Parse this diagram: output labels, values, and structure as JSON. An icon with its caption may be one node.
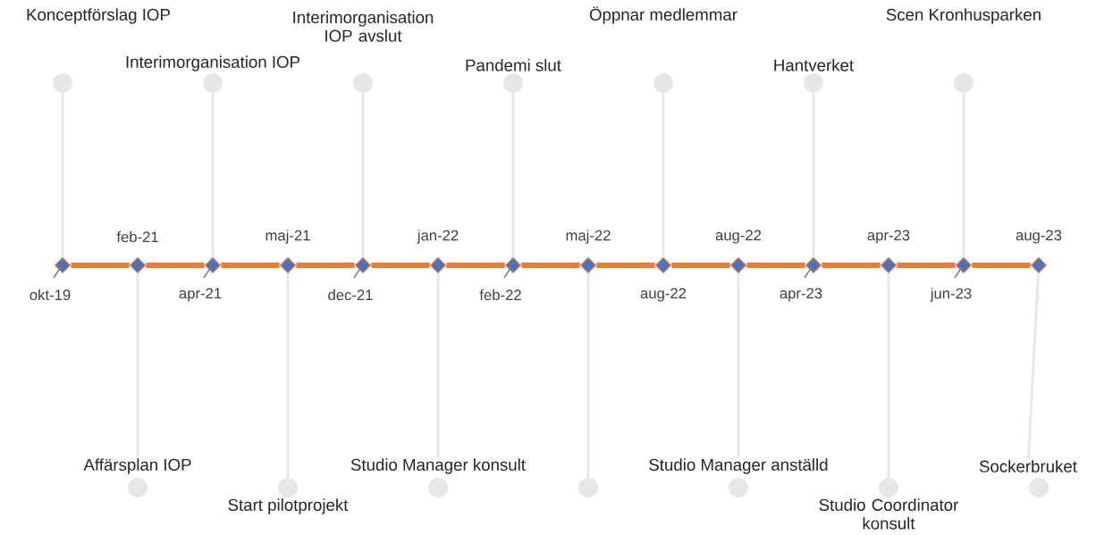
{
  "diagram": {
    "nodes": [
      {
        "text": [
          "Konceptförslag IOP"
        ]
      },
      {
        "text": [],
        "shape": "diamond",
        "beside": [
          "okt-19"
        ]
      },
      {
        "text": [
          "Affärsplan IOP"
        ]
      },
      {
        "text": [],
        "shape": "diamond",
        "beside": [
          "feb-21"
        ]
      },
      {
        "text": [
          "Interimorganisation IOP"
        ]
      },
      {
        "text": [],
        "shape": "diamond",
        "beside": [
          "apr-21"
        ]
      },
      {
        "text": [
          "Start pilotprojekt"
        ]
      },
      {
        "text": [],
        "shape": "diamond",
        "beside": [
          "maj-21"
        ]
      },
      {
        "text": [
          "Interimorganisation IOP avslut"
        ]
      },
      {
        "text": [],
        "shape": "diamond",
        "beside": [
          "dec-21"
        ]
      },
      {
        "text": [
          "Studio Manager konsult"
        ]
      },
      {
        "text": [],
        "shape": "diamond",
        "beside": [
          "jan-22"
        ]
      },
      {
        "text": [
          "Pandemi slut"
        ]
      },
      {
        "text": [],
        "shape": "diamond",
        "beside": [
          "feb-22"
        ]
      },
      {
        "text": [],
        "shape": "circle"
      },
      {
        "text": [],
        "shape": "diamond",
        "beside": [
          "maj-22"
        ]
      },
      {
        "text": [
          "Öppnar medlemmar"
        ]
      },
      {
        "text": [],
        "shape": "diamond",
        "beside": [
          "aug-22"
        ]
      },
      {
        "text": [
          "Studio Manager anställd"
        ]
      },
      {
        "text": [],
        "shape": "diamond",
        "beside": [
          "aug-22"
        ]
      },
      {
        "text": [
          "Hantverket"
        ]
      },
      {
        "text": [],
        "shape": "diamond",
        "beside": [
          "apr-23"
        ]
      },
      {
        "text": [
          "Studio Coordinator konsult"
        ]
      },
      {
        "text": [],
        "shape": "diamond",
        "beside": [
          "apr-23"
        ]
      },
      {
        "text": [
          "Scen Kronhusparken"
        ]
      },
      {
        "text": [],
        "shape": "diamond",
        "beside": [
          "jun-23"
        ]
      },
      {
        "text": [
          "Sockerbruket"
        ]
      },
      {
        "text": [],
        "shape": "diamond",
        "beside": [
          "aug-23"
        ]
      }
    ],
    "edges": [
      {
        "from": 1,
        "to": 0,
        "arrow": "none"
      },
      {
        "from": 3,
        "to": 2,
        "arrow": "none"
      },
      {
        "from": 5,
        "to": 4,
        "arrow": "none"
      },
      {
        "from": 7,
        "to": 6,
        "arrow": "none"
      },
      {
        "from": 9,
        "to": 8,
        "arrow": "none"
      },
      {
        "from": 11,
        "to": 10,
        "arrow": "none"
      },
      {
        "from": 13,
        "to": 12,
        "arrow": "none"
      },
      {
        "from": 15,
        "to": 14,
        "arrow": "none"
      },
      {
        "from": 17,
        "to": 16,
        "arrow": "none"
      },
      {
        "from": 19,
        "to": 18,
        "arrow": "none"
      },
      {
        "from": 21,
        "to": 20,
        "arrow": "none"
      },
      {
        "from": 23,
        "to": 22,
        "arrow": "none"
      },
      {
        "from": 25,
        "to": 24,
        "arrow": "none"
      },
      {
        "from": 27,
        "to": 26,
        "arrow": "none"
      },
      {
        "from": 1,
        "to": 3,
        "arrow": "none",
        "style": "thick",
        "color": "#ed7d31"
      },
      {
        "from": 3,
        "to": 5,
        "arrow": "none",
        "style": "thick",
        "color": "#ed7d31"
      },
      {
        "from": 5,
        "to": 7,
        "arrow": "none",
        "style": "thick",
        "color": "#ed7d31"
      },
      {
        "from": 7,
        "to": 9,
        "arrow": "none",
        "style": "thick",
        "color": "#ed7d31"
      },
      {
        "from": 9,
        "to": 11,
        "arrow": "none",
        "style": "thick",
        "color": "#ed7d31"
      },
      {
        "from": 11,
        "to": 13,
        "arrow": "none",
        "style": "thick",
        "color": "#ed7d31"
      },
      {
        "from": 13,
        "to": 15,
        "arrow": "none",
        "style": "thick",
        "color": "#ed7d31"
      },
      {
        "from": 15,
        "to": 17,
        "arrow": "none",
        "style": "thick",
        "color": "#ed7d31"
      },
      {
        "from": 17,
        "to": 19,
        "arrow": "none",
        "style": "thick",
        "color": "#ed7d31"
      },
      {
        "from": 19,
        "to": 21,
        "arrow": "none",
        "style": "thick",
        "color": "#ed7d31"
      },
      {
        "from": 21,
        "to": 23,
        "arrow": "none",
        "style": "thick",
        "color": "#ed7d31"
      },
      {
        "from": 23,
        "to": 25,
        "arrow": "none",
        "style": "thick",
        "color": "#ed7d31"
      },
      {
        "from": 25,
        "to": 27,
        "arrow": "none",
        "style": "thick",
        "color": "#ed7d31"
      }
    ]
  }
}
